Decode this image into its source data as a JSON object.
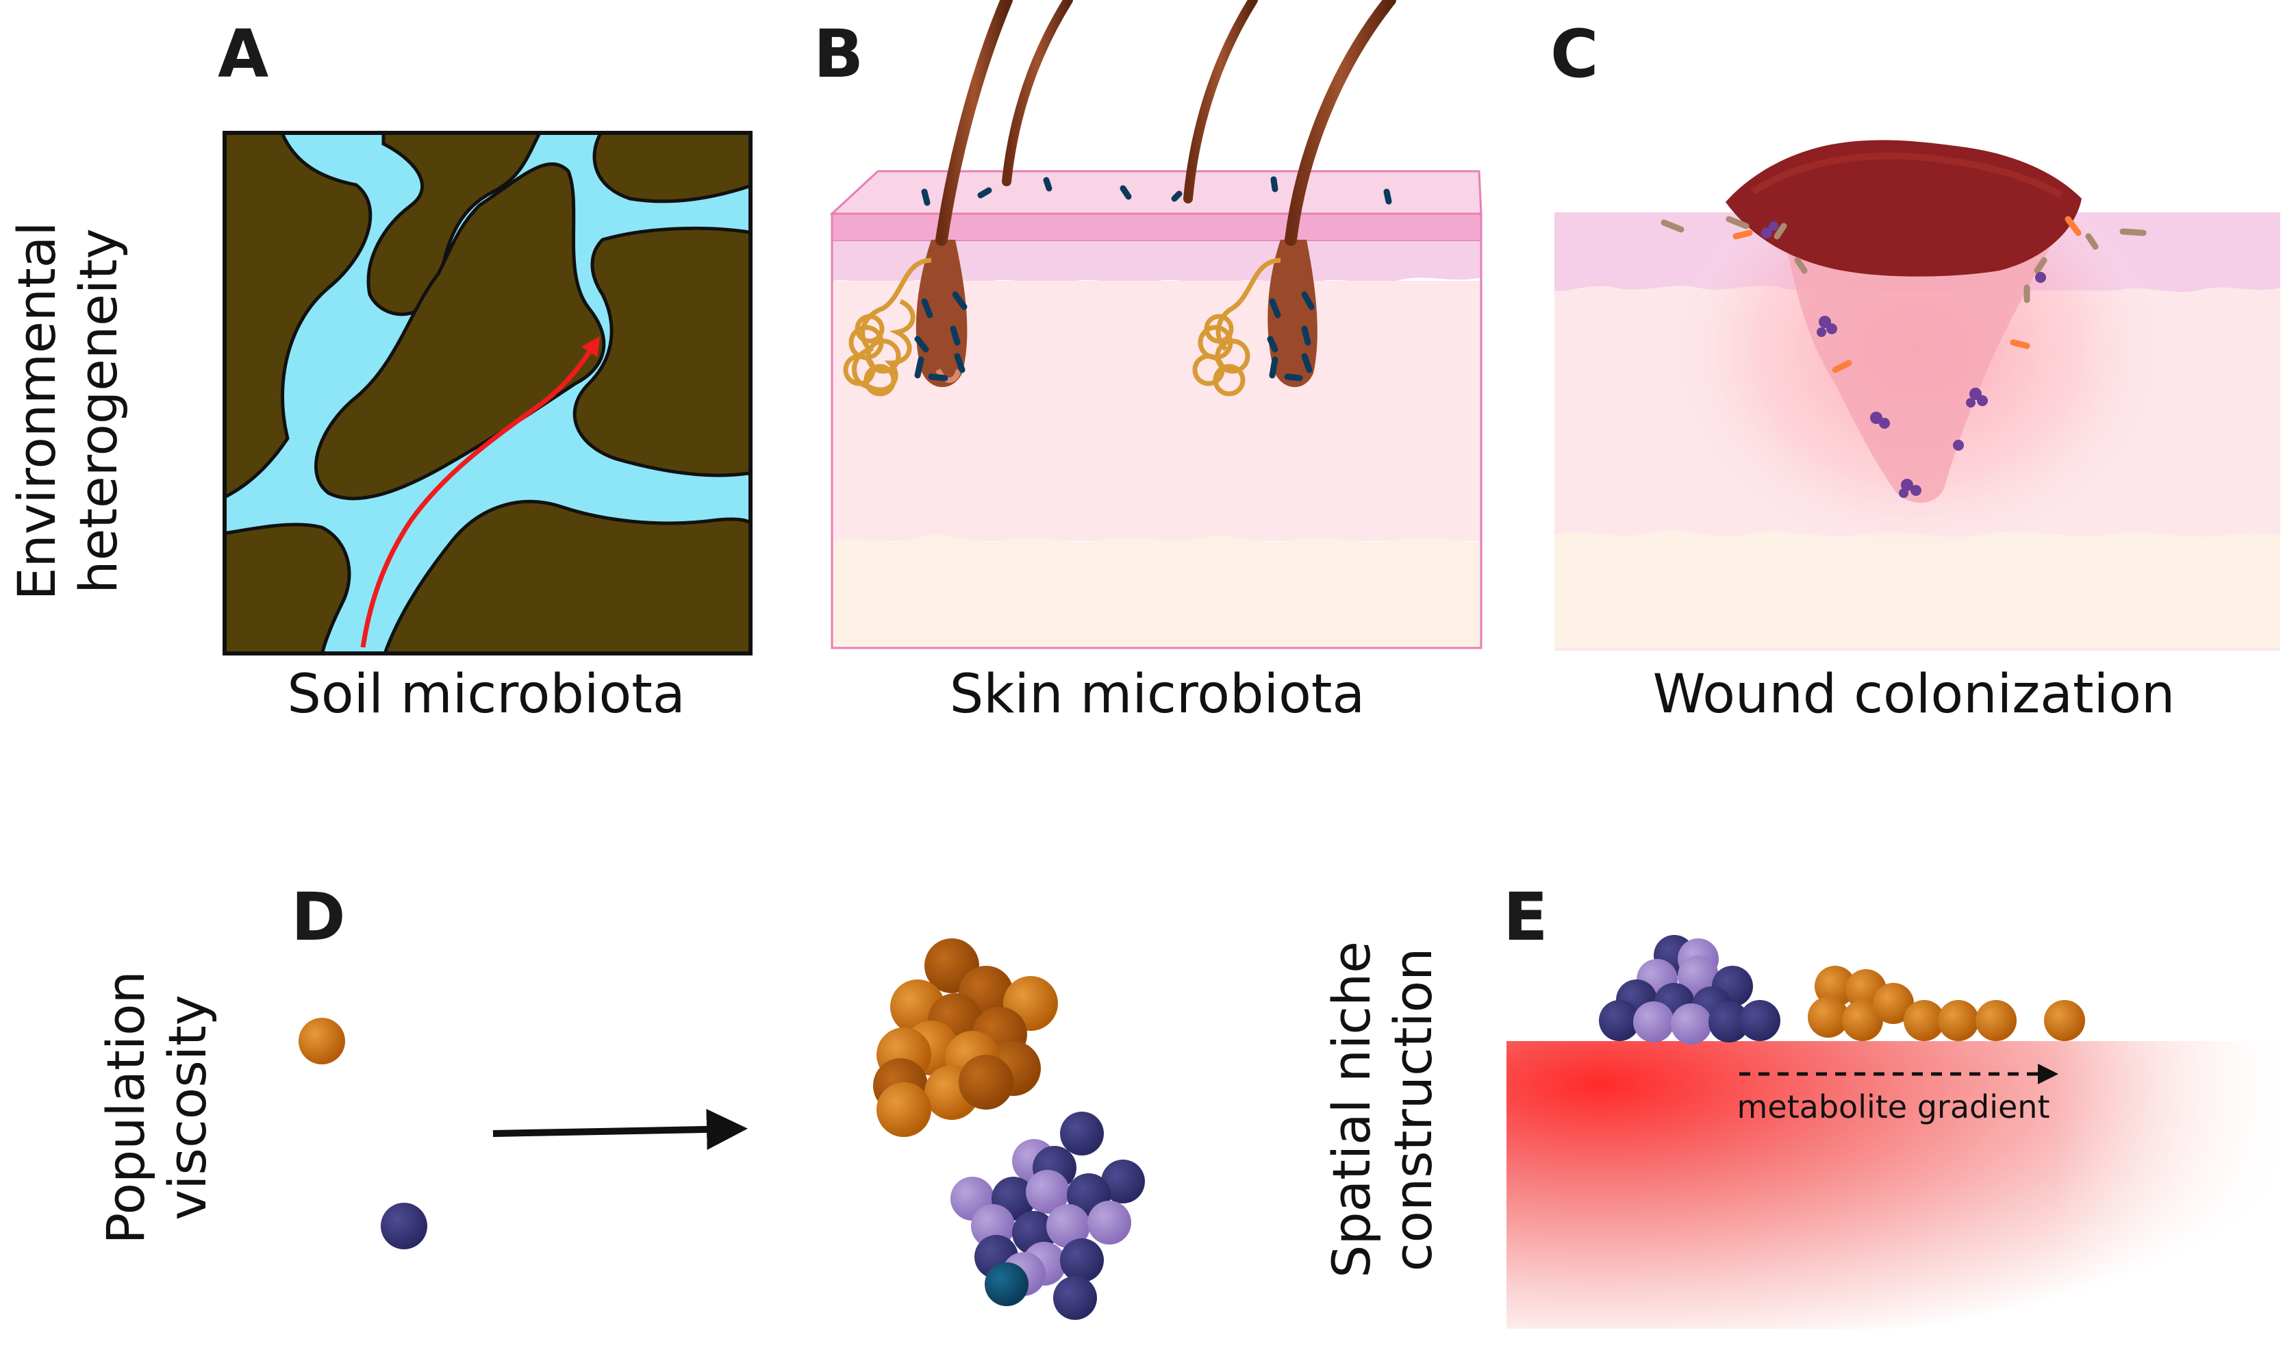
{
  "panels": {
    "A": {
      "letter": "A",
      "caption": "Soil microbiota"
    },
    "B": {
      "letter": "B",
      "caption": "Skin microbiota"
    },
    "C": {
      "letter": "C",
      "caption": "Wound colonization"
    },
    "D": {
      "letter": "D"
    },
    "E": {
      "letter": "E",
      "gradient_label": "metabolite gradient"
    }
  },
  "row_labels": {
    "row1": [
      "Environmental",
      "heterogeneity"
    ],
    "row2": [
      "Population",
      "viscosity"
    ],
    "row3": [
      "Spatial niche",
      "construction"
    ]
  },
  "colors": {
    "soil": "#54410a",
    "water": "#8de6f7",
    "arrow_red": "#ee1c1c",
    "orange_cell": "#c86a0a",
    "navy_cell": "#353470",
    "lavender_cell": "#9b82c4",
    "teal_cell": "#0e4a6b",
    "skin_pink": "#f7c8dd",
    "wound_red": "#8e1f22",
    "bacteria_blue": "#0c3a5c"
  }
}
